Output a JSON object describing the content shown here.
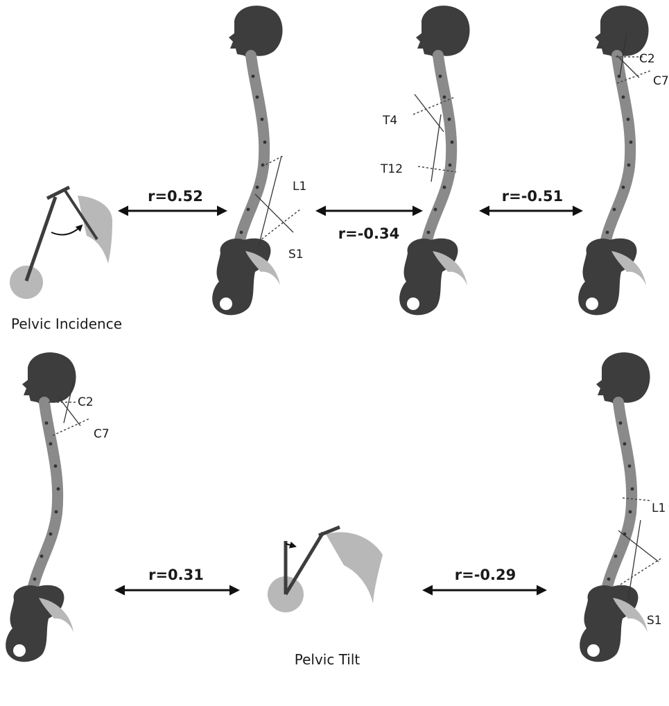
{
  "top_row": {
    "pelvic_incidence_caption": "Pelvic Incidence",
    "lordosis_labels": {
      "upper": "L1",
      "lower": "S1"
    },
    "kyphosis_labels": {
      "upper": "T4",
      "lower": "T12"
    },
    "cervical_labels": {
      "upper": "C2",
      "lower": "C7"
    },
    "correlations": {
      "pi_to_lordosis": "r=0.52",
      "lordosis_to_kyphosis": "r=-0.34",
      "kyphosis_to_cervical": "r=-0.51"
    }
  },
  "bottom_row": {
    "cervical_labels": {
      "upper": "C2",
      "lower": "C7"
    },
    "pelvic_tilt_caption": "Pelvic Tilt",
    "lordosis_labels": {
      "upper": "L1",
      "lower": "S1"
    },
    "correlations": {
      "cervical_to_pt": "r=0.31",
      "pt_to_lordosis": "r=-0.29"
    }
  },
  "colors": {
    "bone_dark": "#3d3d3d",
    "spine": "#8a8a8a",
    "pelvis_light": "#b8b8b8",
    "line": "#222222"
  }
}
